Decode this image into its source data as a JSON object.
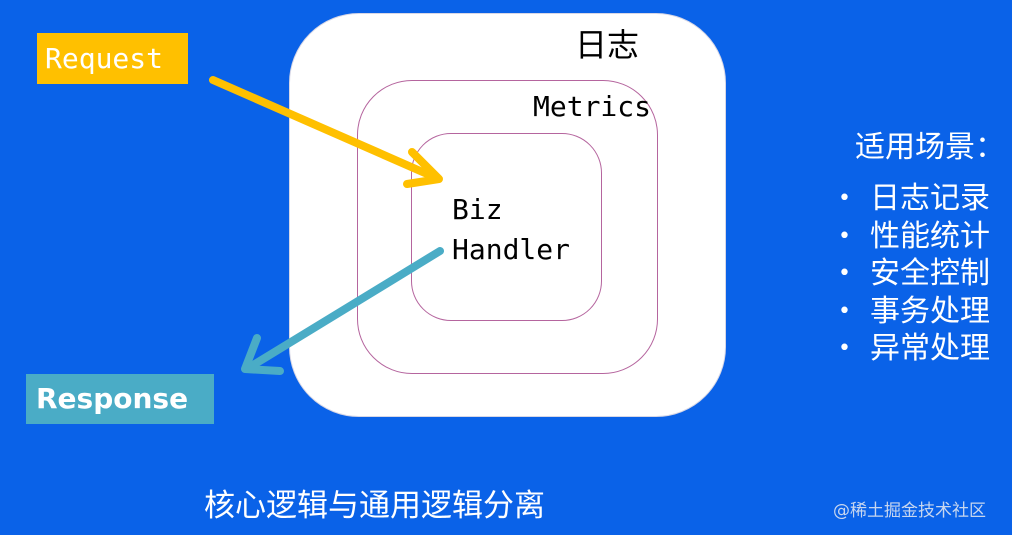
{
  "diagram": {
    "layers": [
      {
        "label": "日志"
      },
      {
        "label": "Metrics"
      },
      {
        "label_lines": [
          "Biz",
          "Handler"
        ]
      }
    ],
    "request_label": "Request",
    "response_label": "Response",
    "colors": {
      "background": "#0a62e8",
      "request": "#ffc000",
      "response": "#4aacc6",
      "layer_border": "#b5659e"
    }
  },
  "scenarios": {
    "title": "适用场景：",
    "items": [
      "日志记录",
      "性能统计",
      "安全控制",
      "事务处理",
      "异常处理"
    ]
  },
  "caption": "核心逻辑与通用逻辑分离",
  "watermark": "@稀土掘金技术社区"
}
